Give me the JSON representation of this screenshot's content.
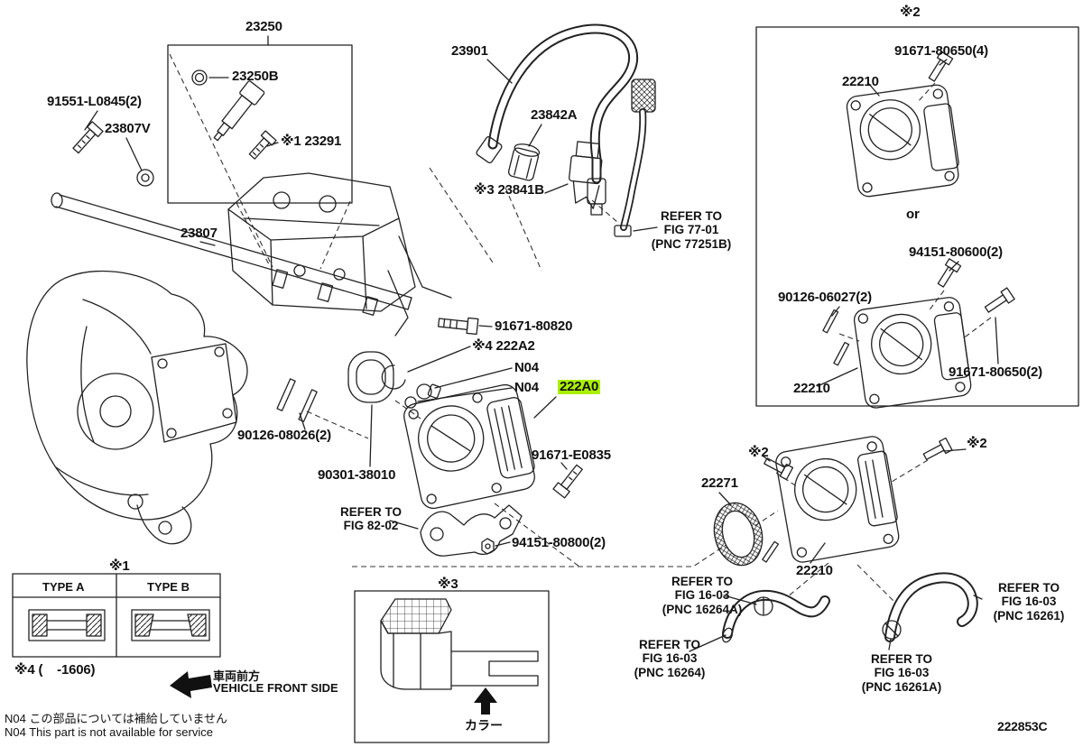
{
  "diagram_code": "222853C",
  "highlight": {
    "part_no": "222A0",
    "color": "#abf000"
  },
  "parts": {
    "p23250": "23250",
    "p23250B": "23250B",
    "p23291": "※1 23291",
    "p91551_L0845": "91551-L0845(2)",
    "p23807V": "23807V",
    "p23807": "23807",
    "p23901": "23901",
    "p23842A": "23842A",
    "p23841B": "※3 23841B",
    "p91671_80820": "91671-80820",
    "p222A2": "※4 222A2",
    "n04": "N04",
    "p90126_08026": "90126-08026(2)",
    "p90301_38010": "90301-38010",
    "p91671_E0835": "91671-E0835",
    "p94151_80800": "94151-80800(2)",
    "p91671_80650_4": "91671-80650(4)",
    "p22210": "22210",
    "or_text": "or",
    "p94151_80600": "94151-80600(2)",
    "p90126_06027": "90126-06027(2)",
    "p91671_80650_2": "91671-80650(2)",
    "p22271": "22271"
  },
  "refs": {
    "r1": "※1",
    "r2": "※2",
    "r3": "※3",
    "r4_range": "※4 (    -1606)"
  },
  "refer_blocks": {
    "fig77_01": {
      "line1": "REFER TO",
      "line2": "FIG 77-01",
      "line3": "(PNC 77251B)"
    },
    "fig82_02": {
      "line1": "REFER TO",
      "line2": "FIG 82-02"
    },
    "fig16_03_16264A": {
      "line1": "REFER TO",
      "line2": "FIG 16-03",
      "line3": "(PNC 16264A)"
    },
    "fig16_03_16264": {
      "line1": "REFER TO",
      "line2": "FIG 16-03",
      "line3": "(PNC 16264)"
    },
    "fig16_03_16261": {
      "line1": "REFER TO",
      "line2": "FIG 16-03",
      "line3": "(PNC 16261)"
    },
    "fig16_03_16261A": {
      "line1": "REFER TO",
      "line2": "FIG 16-03",
      "line3": "(PNC 16261A)"
    }
  },
  "type_table": {
    "type_a": "TYPE A",
    "type_b": "TYPE B"
  },
  "front_note": {
    "jp": "車両前方",
    "en": "VEHICLE FRONT SIDE"
  },
  "service_note": {
    "jp": "N04 この部品については補給していません",
    "en": "N04 This part is not available for service"
  },
  "color_note": "カラー"
}
